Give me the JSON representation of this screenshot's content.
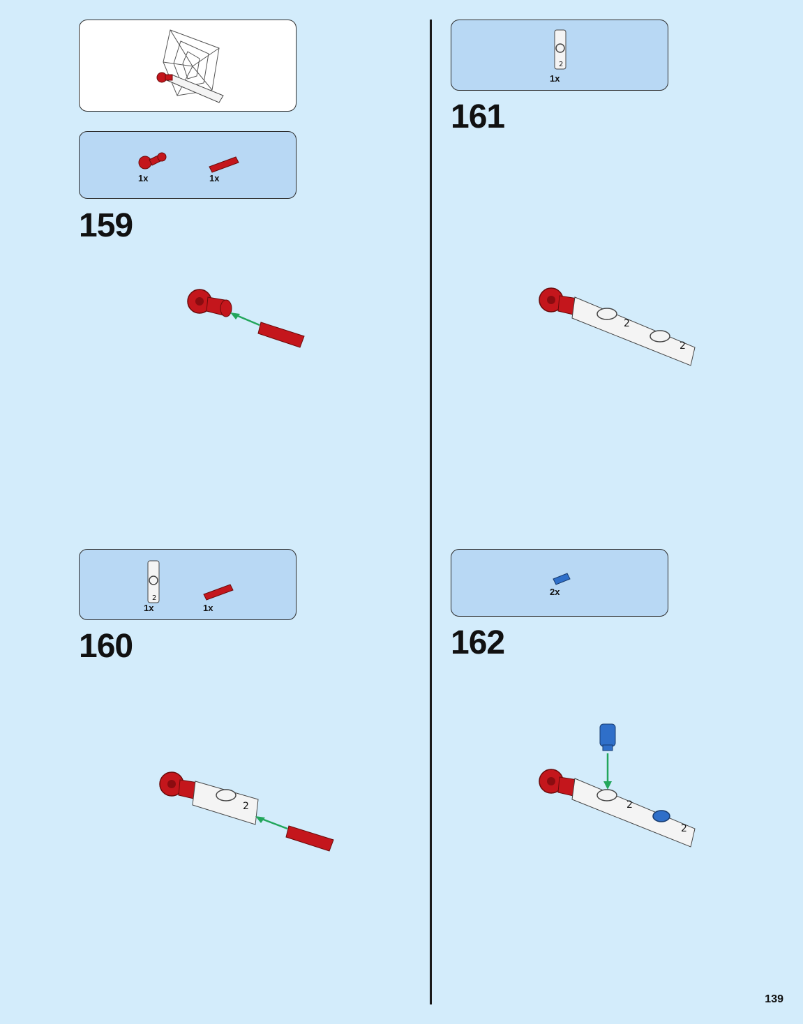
{
  "page_number": "139",
  "steps": [
    {
      "number": "159",
      "parts": [
        {
          "qty": "1x",
          "color": "red",
          "name": "red-connector"
        },
        {
          "qty": "1x",
          "color": "red",
          "name": "red-axle-pin"
        }
      ]
    },
    {
      "number": "160",
      "parts": [
        {
          "qty": "1x",
          "color": "white",
          "name": "white-beam"
        },
        {
          "qty": "1x",
          "color": "red",
          "name": "red-axle-pin"
        }
      ]
    },
    {
      "number": "161",
      "parts": [
        {
          "qty": "1x",
          "color": "white",
          "name": "white-beam"
        }
      ]
    },
    {
      "number": "162",
      "parts": [
        {
          "qty": "2x",
          "color": "blue",
          "name": "blue-pin"
        }
      ]
    }
  ],
  "colors": {
    "background": "#d3ecfb",
    "parts_box": "#b8d8f4",
    "brick_red": "#c4161c",
    "brick_white": "#f4f4f4",
    "brick_blue": "#2f6fc9",
    "arrow_green": "#22a65b"
  }
}
